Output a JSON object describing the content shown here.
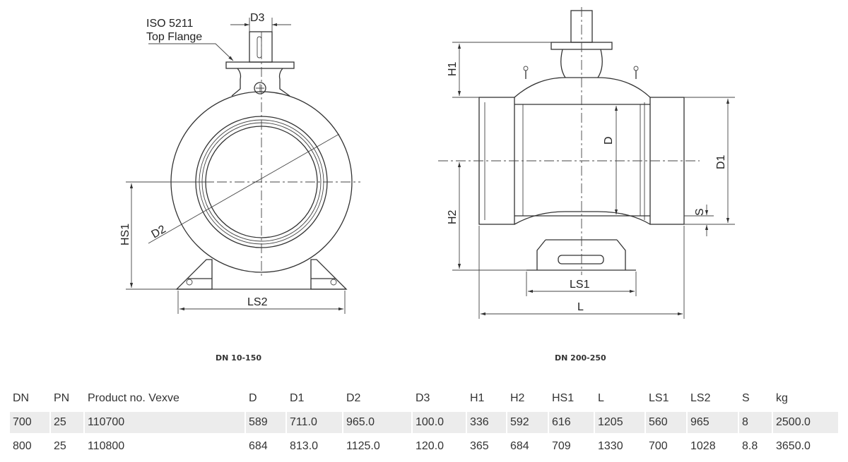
{
  "drawing_left": {
    "caption": "DN 10-150",
    "labels": {
      "iso": "ISO 5211",
      "top_flange": "Top Flange",
      "d3": "D3",
      "d2": "D2",
      "hs1": "HS1",
      "ls2": "LS2"
    }
  },
  "drawing_right": {
    "caption": "DN 200-250",
    "labels": {
      "h1": "H1",
      "d": "D",
      "d1": "D1",
      "h2": "H2",
      "s": "S",
      "ls1": "LS1",
      "l": "L"
    }
  },
  "table": {
    "headers": [
      "DN",
      "PN",
      "Product no. Vexve",
      "D",
      "D1",
      "D2",
      "D3",
      "H1",
      "H2",
      "HS1",
      "L",
      "LS1",
      "LS2",
      "S",
      "kg"
    ],
    "rows": [
      [
        "700",
        "25",
        "110700",
        "589",
        "711.0",
        "965.0",
        "100.0",
        "336",
        "592",
        "616",
        "1205",
        "560",
        "965",
        "8",
        "2500.0"
      ],
      [
        "800",
        "25",
        "110800",
        "684",
        "813.0",
        "1125.0",
        "120.0",
        "365",
        "684",
        "709",
        "1330",
        "700",
        "1028",
        "8.8",
        "3650.0"
      ]
    ]
  }
}
